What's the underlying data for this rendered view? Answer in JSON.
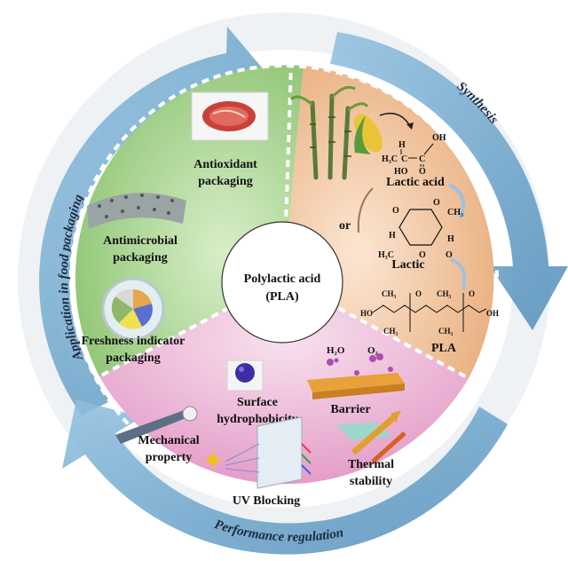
{
  "center": {
    "line1": "Polylactic acid",
    "line2": "(PLA)"
  },
  "arcs": {
    "application": "Application in food packaging",
    "synthesis": "Synthesis",
    "performance": "Performance regulation"
  },
  "application_sector": {
    "antioxidant": [
      "Antioxidant",
      "packaging"
    ],
    "antimicrobial": [
      "Antimicrobial",
      "packaging"
    ],
    "freshness": [
      "Freshness indicator",
      "packaging"
    ]
  },
  "synthesis_sector": {
    "lactic_acid": "Lactic acid",
    "or": "or",
    "lactide": "Lactic",
    "pla": "PLA",
    "atoms": {
      "h": "H",
      "oh": "OH",
      "h3c": "H₃C",
      "c": "C",
      "ho": "HO",
      "o": "O",
      "ch3": "CH₃",
      "h3c_lactide": "H₃C"
    }
  },
  "performance_sector": {
    "surface": [
      "Surface",
      "hydrophobicity"
    ],
    "barrier": "Barrier",
    "h2o": "H₂O",
    "o2": "O₂",
    "mechanical": [
      "Mechanical",
      "property"
    ],
    "thermal": [
      "Thermal",
      "stability"
    ],
    "uv": "UV Blocking"
  },
  "colors": {
    "application_fill": "#a9d38c",
    "synthesis_fill": "#f1c6a0",
    "performance_fill": "#ecb6d8",
    "arrow_fill": "#6fa7cf"
  }
}
